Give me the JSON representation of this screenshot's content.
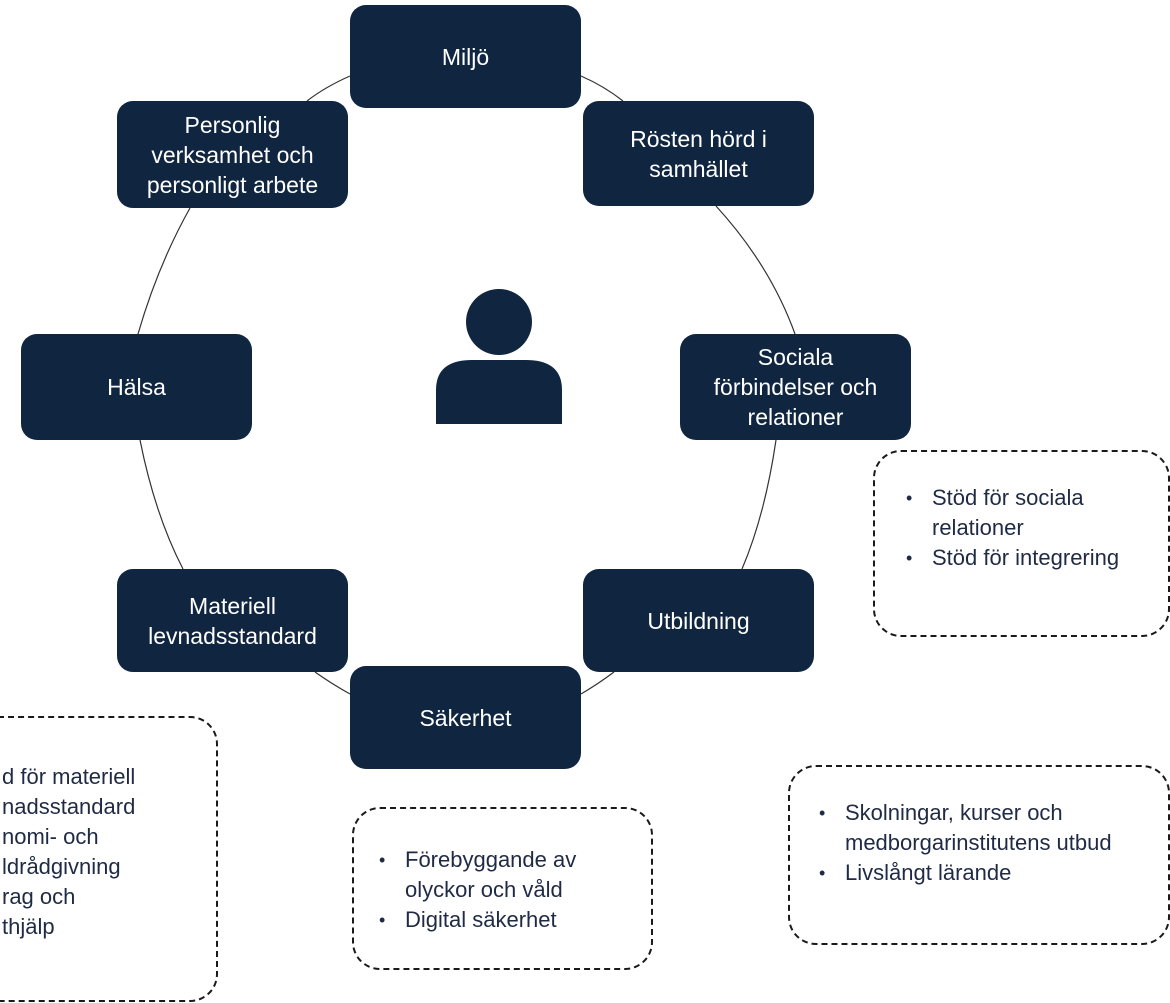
{
  "colors": {
    "node_fill": "#0f2540",
    "node_text": "#ffffff",
    "connector": "#333333",
    "callout_border": "#1a1a1a",
    "callout_text": "#1f2a44"
  },
  "center": {
    "icon": "person-icon"
  },
  "nodes": {
    "miljo": "Miljö",
    "rosten": "Rösten hörd i\nsamhället",
    "sociala": "Sociala\nförbindelser och\nrelationer",
    "utbildning": "Utbildning",
    "sakerhet": "Säkerhet",
    "materiell": "Materiell\nlevnadsstandard",
    "halsa": "Hälsa",
    "personlig": "Personlig\nverksamhet och\npersonligt arbete"
  },
  "callouts": {
    "sociala": [
      "Stöd för sociala relationer",
      "Stöd för integrering"
    ],
    "utbildning": [
      "Skolningar, kurser och medborgarinstitutens utbud",
      "Livslångt lärande"
    ],
    "sakerhet": [
      "Förebyggande av olyckor och våld",
      "Digital säkerhet"
    ],
    "materiell": [
      "d för materiell",
      "nadsstandard",
      "nomi- och",
      "ldrådgivning",
      "rag och",
      "thjälp"
    ]
  }
}
